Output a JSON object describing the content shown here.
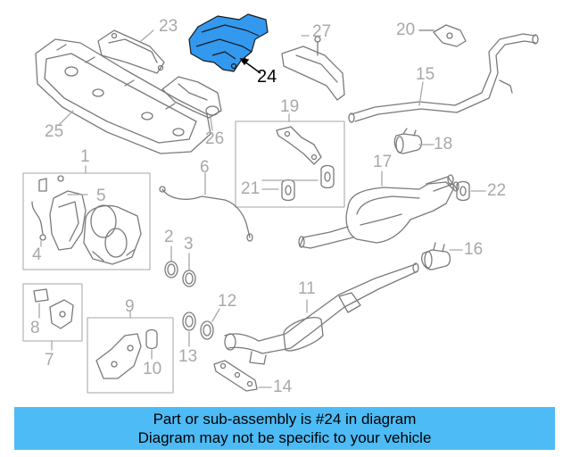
{
  "highlight_color": "#3399ee",
  "highlight_part": "24",
  "callouts": {
    "c1": "1",
    "c2": "2",
    "c3": "3",
    "c4": "4",
    "c5": "5",
    "c6": "6",
    "c7": "7",
    "c8": "8",
    "c9": "9",
    "c10": "10",
    "c11": "11",
    "c12": "12",
    "c13": "13",
    "c14": "14",
    "c15": "15",
    "c16": "16",
    "c17": "17",
    "c18": "18",
    "c19": "19",
    "c20": "20",
    "c21": "21",
    "c22": "22",
    "c23": "23",
    "c24": "24",
    "c25": "25",
    "c26": "26",
    "c27": "27"
  },
  "banner": {
    "line1": "Part or sub-assembly is #24 in diagram",
    "line2": "Diagram may not be specific to your vehicle",
    "color": "#4dbbf5"
  }
}
